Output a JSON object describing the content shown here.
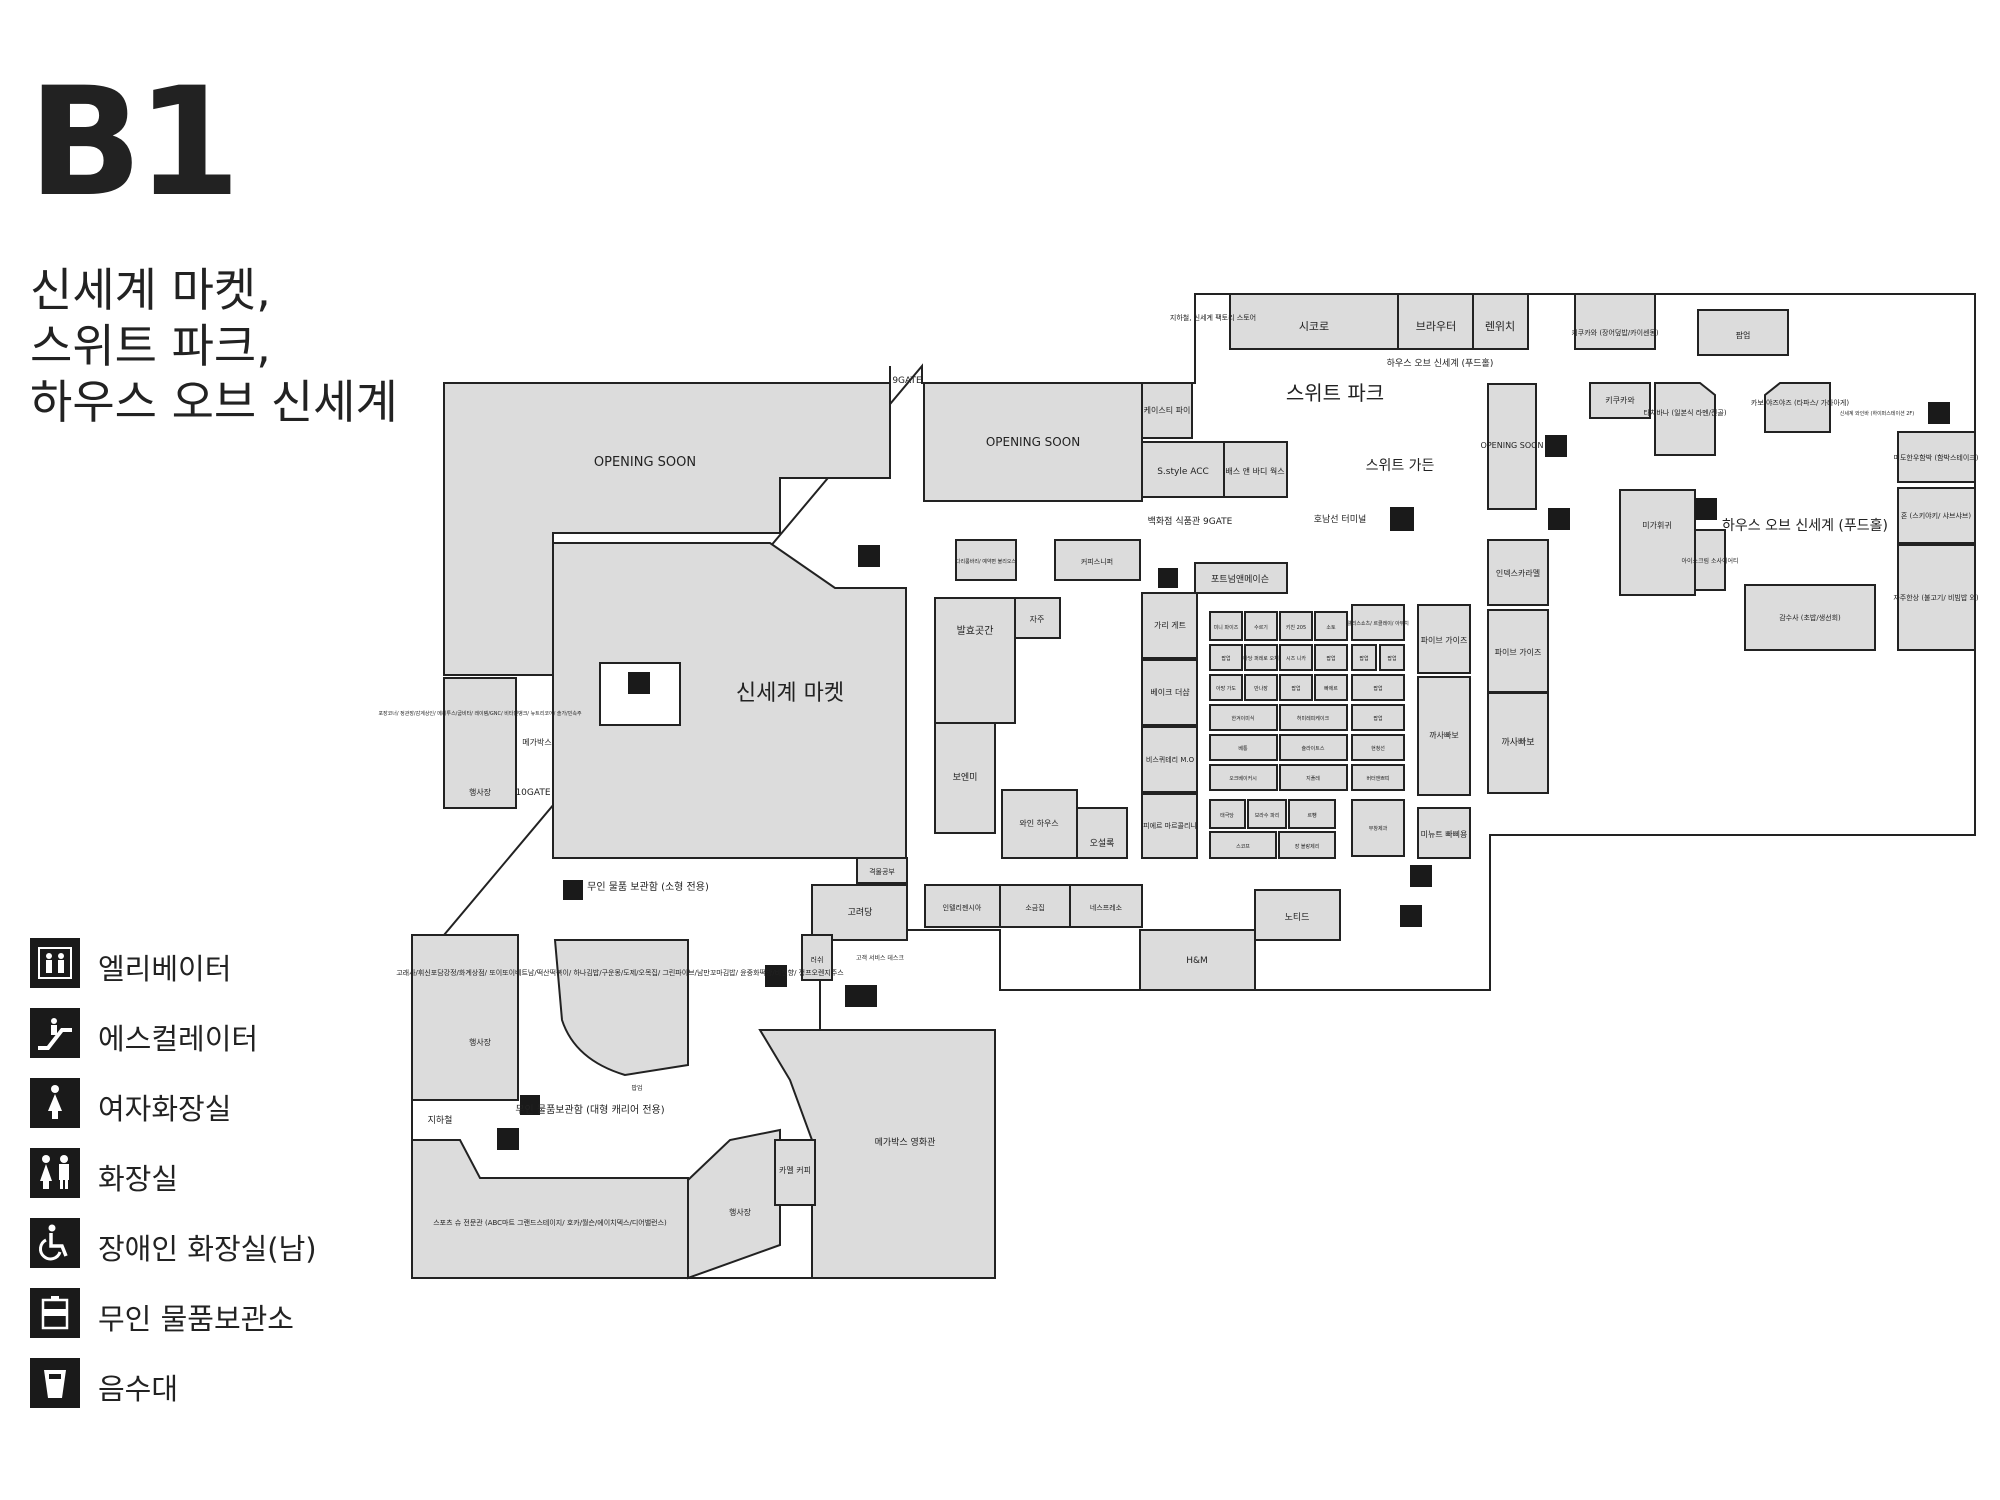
{
  "floor": "B1",
  "zones": [
    "신세계 마켓,",
    "스위트 파크,",
    "하우스 오브 신세계"
  ],
  "legend": [
    {
      "icon": "elevator-icon",
      "label": "엘리베이터"
    },
    {
      "icon": "escalator-icon",
      "label": "에스컬레이터"
    },
    {
      "icon": "womens-restroom-icon",
      "label": "여자화장실"
    },
    {
      "icon": "restroom-icon",
      "label": "화장실"
    },
    {
      "icon": "accessible-restroom-icon",
      "label": "장애인 화장실(남)"
    },
    {
      "icon": "locker-icon",
      "label": "무인 물품보관소"
    },
    {
      "icon": "water-fountain-icon",
      "label": "음수대"
    }
  ],
  "map": {
    "sweet_park": "스위트 파크",
    "sweet_garden": "스위트 가든",
    "shinsegae_market": "신세계 마켓",
    "house_of_shinsegae": "하우스 오브 신세계 (푸드홀)",
    "gate9": "9GATE",
    "gate10": "10GATE",
    "dept_food": "백화점 식품관 9GATE",
    "honam_terminal": "호남선 터미널",
    "house_of_food_direction": "하우스 오브 신세계 (푸드홀)",
    "factory_store": "지하철, 신세계 팩토리 스토어",
    "subway": "지하철",
    "opening_soon_1": "OPENING SOON",
    "opening_soon_2": "OPENING SOON",
    "opening_soon_3": "OPENING SOON",
    "locker_small": "무인 물품 보관함 (소형 전용)",
    "locker_large": "무인 물품보관함 (대형 캐리어 전용)",
    "megabox_corridor": "메가박스",
    "food_court_list": "고래사/휘신포담강정/화계상점/ 또이또이베트남/떡산떡볶이/ 하나김밥/구운몽/도제/오목집/ 그린파이브/남만꼬마김밥/ 윤중화떡방/비젠향/ 정프오렌지주스",
    "stores": {
      "sikoro": "시코로",
      "brauter": "브라우터",
      "renwich": "렌위치",
      "kikukawa_top": "키쿠카와 (장어덮밥/카이센동)",
      "popup_top": "팝업",
      "kikukawa": "키쿠카와",
      "tachibana": "타치바나 (일본식 라멘/전골)",
      "kabo": "카보 야즈야즈 (타파스/ 가라아게)",
      "shinsegae_wine": "신세계 와인바 (하이퍼스테이션 2F)",
      "midohan": "미도한우함박 (함박스테이크)",
      "hon": "혼 (스키야키/ 샤브샤브)",
      "jajuhansang": "자주한상 (불고기/ 비빔밥 외)",
      "gamsusa": "감수사 (초밥/생선회)",
      "mikahwigui": "미가휘귀",
      "icecream": "아이스크림 소사이어티",
      "indexkarayul": "인덱스카라멜",
      "fiveguys_1": "파이브 가이즈",
      "fiveguys_2": "파이브 가이즈",
      "kkasabbaebo_1": "까사빠보",
      "kkasabbaebo_2": "까사빠보",
      "caseyspie": "케이스티 파이",
      "styleacc": "S.style ACC",
      "bath": "배스 앤 바디 웍스",
      "fortnum": "포트넘앤메이슨",
      "kapiseuni": "커피스니퍼",
      "dari": "다리룸바리/ 예약편 불리오스",
      "balhyo": "발효곳간",
      "jaju": "자주",
      "garigete": "가리 게트",
      "bakery": "베이크 더샵",
      "biscuiterie": "비스퀴테리 M.O",
      "pierre": "피에르 마르콜리니",
      "boenmi": "보엔미",
      "wine": "와인 하우스",
      "osulloc": "오설록",
      "minute": "미뉴트 빠삐용",
      "kyeokjul": "격물공부",
      "goryeodang": "고려당",
      "intelligentsia": "인텔리젠시아",
      "sogeumjip": "소금집",
      "nespresso": "네스프레소",
      "hm": "H&M",
      "noted": "노티드",
      "lesh": "러쉬",
      "customer_service": "고객 서비스 데스크",
      "megabox": "메가박스 영화관",
      "caramel": "카멜 커피",
      "sports": "스포츠 슈 전문관 (ABC마트 그랜드스테이지/ 호카/월슨/에이치덱스/디어밸런스)",
      "event_1": "행사장",
      "event_2": "행사장",
      "event_3": "행사장",
      "popup_small": "팝업",
      "pojang": "포장코너/ 정관장/감계상인/ 메리투스/굽비타/ 레이템/GNC/ 비타민뱅크/ 뉴트리코어/ 솔가/민속주",
      "mini": "미니 파이즈",
      "suwhagi": "수르기",
      "kitchen205": "키친 205",
      "soto": "소토",
      "wellnesslist": "웰리스쇼츠/ 르클레이/ 아무치",
      "popup_a": "팝업",
      "maru": "마당 퍼레로 오체",
      "siznica": "시즈 니카",
      "popup_b": "팝업",
      "popup_c": "팝업",
      "popup_d": "팝업",
      "ahamga": "아망 가도",
      "maneujang": "만나장",
      "popup_e": "팝업",
      "bbaeoreu": "빠에르",
      "popup_f": "팝업",
      "hangyeol": "한겨이미식",
      "hyeomdo": "허미레피케이크",
      "popup_g": "팝업",
      "bebong": "베통",
      "sulmaiteuks": "슐라이트스",
      "hyunsung": "현청선",
      "okhwi": "오크베이커시",
      "jibeuggi": "지플레",
      "bakeracket": "버터앤쁘띠",
      "taegwondang": "태극당",
      "borasu": "보라수 파리",
      "rebbang": "르뺑",
      "bujangjae": "부창제과",
      "scone": "스코프",
      "jangbbang": "장 블랑제리"
    }
  }
}
